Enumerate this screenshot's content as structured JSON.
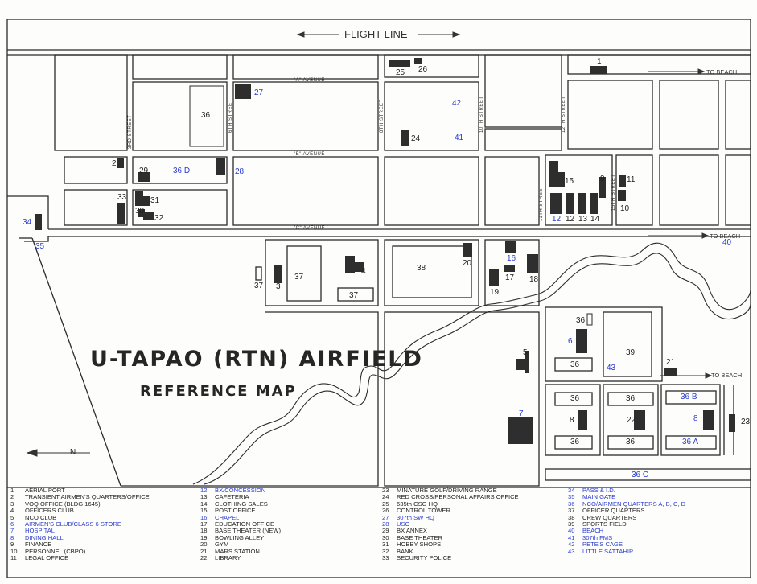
{
  "map": {
    "title": "U-TAPAO (RTN) AIRFIELD",
    "subtitle": "REFERENCE MAP",
    "flight_line": "FLIGHT LINE",
    "to_beach": [
      "TO BEACH",
      "TO BEACH",
      "TO BEACH"
    ],
    "north": "N",
    "streets": {
      "a_avenue": "\"A\" AVENUE",
      "b_avenue": "\"B\" AVENUE",
      "c_avenue": "\"C\" AVENUE",
      "s3rd": "3RD STREET",
      "s6th": "6TH STREET",
      "s8th": "8TH STREET",
      "s10th": "10TH STREET",
      "s12th": "12TH STREET",
      "s11th": "11TH STREET",
      "s15th": "15TH STREET"
    },
    "labels": {
      "b25": "25",
      "b26": "26",
      "b1": "1",
      "b27": "27",
      "b36a": "36",
      "b42": "42",
      "b41": "41",
      "b24": "24",
      "b2": "2",
      "b29": "29",
      "b36d": "36 D",
      "b28": "28",
      "b33": "33",
      "b31": "31",
      "b30": "30",
      "b32": "32",
      "b34": "34",
      "b35": "35",
      "b15": "15",
      "b9": "9",
      "b11": "11",
      "b10": "10",
      "b12": "12",
      "b12k": "12",
      "b13": "13",
      "b14": "14",
      "b40": "40",
      "b20": "20",
      "b16": "16",
      "b38": "38",
      "b17": "17",
      "b18": "18",
      "b19": "19",
      "b37a": "37",
      "b4": "4",
      "b3": "3",
      "b37b": "37",
      "b37c": "37",
      "b36b": "36",
      "b6": "6",
      "b5": "5",
      "b39": "39",
      "b36c": "36",
      "b43": "43",
      "b21": "21",
      "b36e": "36",
      "b36f": "36",
      "b36bb": "36 B",
      "b7": "7",
      "b8k": "8",
      "b22": "22",
      "b8": "8",
      "b23": "23",
      "b36g": "36",
      "b36h": "36",
      "b36aa": "36 A",
      "b36cc": "36 C"
    }
  },
  "legend": {
    "columns": [
      [
        {
          "num": "1",
          "text": "AERIAL PORT",
          "color": "#222222"
        },
        {
          "num": "2",
          "text": "TRANSIENT AIRMEN'S QUARTERS/OFFICE",
          "color": "#222222"
        },
        {
          "num": "3",
          "text": "VOQ OFFICE (BLDG 1645)",
          "color": "#222222"
        },
        {
          "num": "4",
          "text": "OFFICERS CLUB",
          "color": "#222222"
        },
        {
          "num": "5",
          "text": "NCO CLUB",
          "color": "#222222"
        },
        {
          "num": "6",
          "text": "AIRMEN'S CLUB/CLASS 6 STORE",
          "color": "#2a3cd0"
        },
        {
          "num": "7",
          "text": "HOSPITAL",
          "color": "#2a3cd0"
        },
        {
          "num": "8",
          "text": "DINING HALL",
          "color": "#2a3cd0"
        },
        {
          "num": "9",
          "text": "FINANCE",
          "color": "#222222"
        },
        {
          "num": "10",
          "text": "PERSONNEL (CBPO)",
          "color": "#222222"
        },
        {
          "num": "11",
          "text": "LEGAL OFFICE",
          "color": "#222222"
        }
      ],
      [
        {
          "num": "12",
          "text": "BX/CONCESSION",
          "color": "#2a3cd0"
        },
        {
          "num": "13",
          "text": "CAFETERIA",
          "color": "#222222"
        },
        {
          "num": "14",
          "text": "CLOTHING SALES",
          "color": "#222222"
        },
        {
          "num": "15",
          "text": "POST OFFICE",
          "color": "#222222"
        },
        {
          "num": "16",
          "text": "CHAPEL",
          "color": "#2a3cd0"
        },
        {
          "num": "17",
          "text": "EDUCATION OFFICE",
          "color": "#222222"
        },
        {
          "num": "18",
          "text": "BASE THEATER (NEW)",
          "color": "#222222"
        },
        {
          "num": "19",
          "text": "BOWLING ALLEY",
          "color": "#222222"
        },
        {
          "num": "20",
          "text": "GYM",
          "color": "#222222"
        },
        {
          "num": "21",
          "text": "MARS STATION",
          "color": "#222222"
        },
        {
          "num": "22",
          "text": "LIBRARY",
          "color": "#222222"
        }
      ],
      [
        {
          "num": "23",
          "text": "MINATURE GOLF/DRIVING RANGE",
          "color": "#222222"
        },
        {
          "num": "24",
          "text": "RED CROSS/PERSONAL AFFAIRS OFFICE",
          "color": "#222222"
        },
        {
          "num": "25",
          "text": "635th CSG HQ",
          "color": "#222222"
        },
        {
          "num": "26",
          "text": "CONTROL TOWER",
          "color": "#222222"
        },
        {
          "num": "27",
          "text": "307th SW HQ",
          "color": "#2a3cd0"
        },
        {
          "num": "28",
          "text": "USO",
          "color": "#2a3cd0"
        },
        {
          "num": "29",
          "text": "BX ANNEX",
          "color": "#222222"
        },
        {
          "num": "30",
          "text": "BASE THEATER",
          "color": "#222222"
        },
        {
          "num": "31",
          "text": "HOBBY SHOPS",
          "color": "#222222"
        },
        {
          "num": "32",
          "text": "BANK",
          "color": "#222222"
        },
        {
          "num": "33",
          "text": "SECURITY POLICE",
          "color": "#222222"
        }
      ],
      [
        {
          "num": "34",
          "text": "PASS & I.D.",
          "color": "#2a3cd0"
        },
        {
          "num": "35",
          "text": "MAIN GATE",
          "color": "#2a3cd0"
        },
        {
          "num": "36",
          "text": "NCO/AIRMEN QUARTERS A, B, C, D",
          "color": "#2a3cd0"
        },
        {
          "num": "37",
          "text": "OFFICER QUARTERS",
          "color": "#222222"
        },
        {
          "num": "38",
          "text": "CREW QUARTERS",
          "color": "#222222"
        },
        {
          "num": "39",
          "text": "SPORTS FIELD",
          "color": "#222222"
        },
        {
          "num": "40",
          "text": "BEACH",
          "color": "#2a3cd0"
        },
        {
          "num": "41",
          "text": "307th FMS",
          "color": "#2a3cd0"
        },
        {
          "num": "42",
          "text": "PETE'S CAGE",
          "color": "#2a3cd0"
        },
        {
          "num": "43",
          "text": "LITTLE SATTAHIP",
          "color": "#2a3cd0"
        }
      ]
    ]
  }
}
